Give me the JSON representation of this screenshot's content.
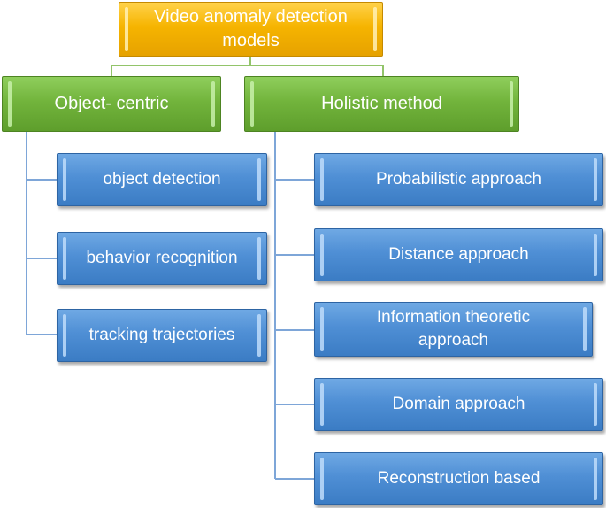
{
  "root": {
    "label": "Video anomaly detection models"
  },
  "branches": [
    {
      "label": "Object- centric",
      "children": [
        "object detection",
        "behavior recognition",
        "tracking trajectories"
      ]
    },
    {
      "label": "Holistic method",
      "children": [
        "Probabilistic approach",
        "Distance approach",
        "Information theoretic approach",
        "Domain approach",
        "Reconstruction based"
      ]
    }
  ],
  "colors": {
    "root": "#f6b400",
    "branch": "#72b43c",
    "leaf": "#4f8fd5",
    "connector_root": "#92c46a",
    "connector_leaf": "#7ea6d8"
  }
}
